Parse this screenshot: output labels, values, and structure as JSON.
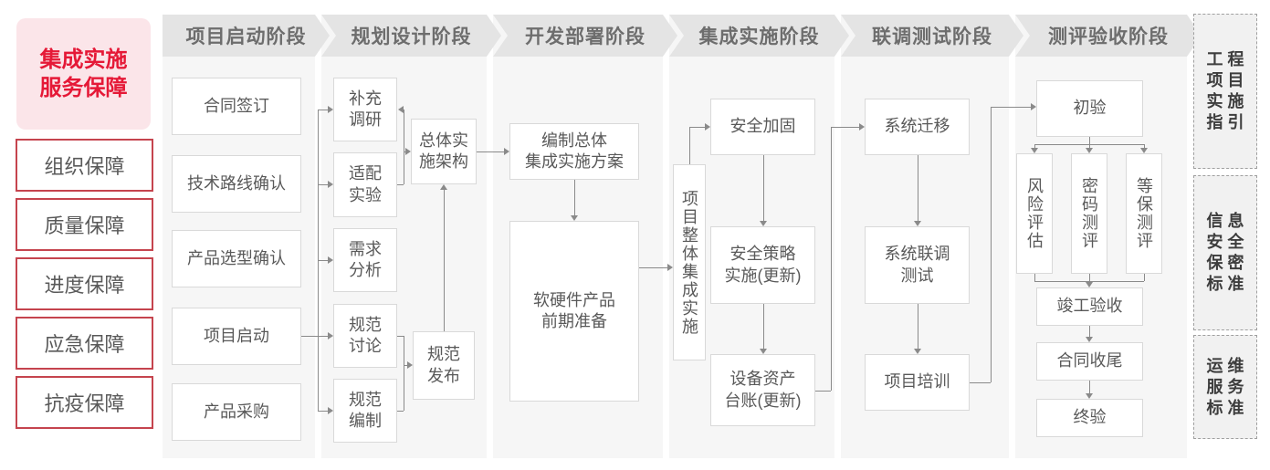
{
  "sidebar": {
    "title": "集成实施\n服务保障",
    "items": [
      "组织保障",
      "质量保障",
      "进度保障",
      "应急保障",
      "抗疫保障"
    ]
  },
  "stages": [
    {
      "label": "项目启动阶段",
      "nodes": [
        {
          "id": "contract-signing",
          "label": "合同签订"
        },
        {
          "id": "tech-route-confirm",
          "label": "技术路线确认"
        },
        {
          "id": "product-selection-confirm",
          "label": "产品选型确认"
        },
        {
          "id": "project-kickoff",
          "label": "项目启动"
        },
        {
          "id": "product-procurement",
          "label": "产品采购"
        }
      ]
    },
    {
      "label": "规划设计阶段",
      "nodes": [
        {
          "id": "supplementary-research",
          "label": "补充\n调研"
        },
        {
          "id": "adaptation-test",
          "label": "适配\n实验"
        },
        {
          "id": "requirement-analysis",
          "label": "需求\n分析"
        },
        {
          "id": "spec-discussion",
          "label": "规范\n讨论"
        },
        {
          "id": "spec-drafting",
          "label": "规范\n编制"
        },
        {
          "id": "overall-implementation-architecture",
          "label": "总体实\n施架构"
        },
        {
          "id": "spec-release",
          "label": "规范\n发布"
        }
      ]
    },
    {
      "label": "开发部署阶段",
      "nodes": [
        {
          "id": "overall-integration-plan",
          "label": "编制总体\n集成实施方案"
        },
        {
          "id": "product-preparation",
          "label": "软硬件产品\n前期准备"
        }
      ]
    },
    {
      "label": "集成实施阶段",
      "nodes": [
        {
          "id": "overall-project-integration",
          "label": "项目整体集成实施"
        },
        {
          "id": "security-hardening",
          "label": "安全加固"
        },
        {
          "id": "security-policy-update",
          "label": "安全策略\n实施(更新)"
        },
        {
          "id": "asset-ledger-update",
          "label": "设备资产\n台账(更新)"
        }
      ]
    },
    {
      "label": "联调测试阶段",
      "nodes": [
        {
          "id": "system-migration",
          "label": "系统迁移"
        },
        {
          "id": "system-joint-testing",
          "label": "系统联调\n测试"
        },
        {
          "id": "project-training",
          "label": "项目培训"
        }
      ]
    },
    {
      "label": "测评验收阶段",
      "nodes": [
        {
          "id": "initial-acceptance",
          "label": "初验"
        },
        {
          "id": "risk-assessment",
          "label": "风险评估"
        },
        {
          "id": "crypto-testing",
          "label": "密码测评"
        },
        {
          "id": "mlps-testing",
          "label": "等保测评"
        },
        {
          "id": "completion-acceptance",
          "label": "竣工验收"
        },
        {
          "id": "contract-closure",
          "label": "合同收尾"
        },
        {
          "id": "final-acceptance",
          "label": "终验"
        }
      ]
    }
  ],
  "standards": [
    {
      "id": "engineering-implementation-guide",
      "rows": [
        "工程",
        "项目",
        "实施",
        "指引"
      ]
    },
    {
      "id": "info-security-confidentiality-standard",
      "rows": [
        "信息",
        "安全",
        "保密",
        "标准"
      ]
    },
    {
      "id": "ops-service-standard",
      "rows": [
        "运维",
        "服务",
        "标准"
      ]
    }
  ],
  "colors": {
    "accent_red_border": "#c5444e",
    "title_red_text": "#e51937",
    "title_pink_bg": "#fbe5e9",
    "phase_chevron_bg": "#e4e4e4",
    "column_bg": "#f6f6f6",
    "connector_line": "#8a8a8a",
    "box_border": "#d9d9d9",
    "box_text": "#595959"
  }
}
